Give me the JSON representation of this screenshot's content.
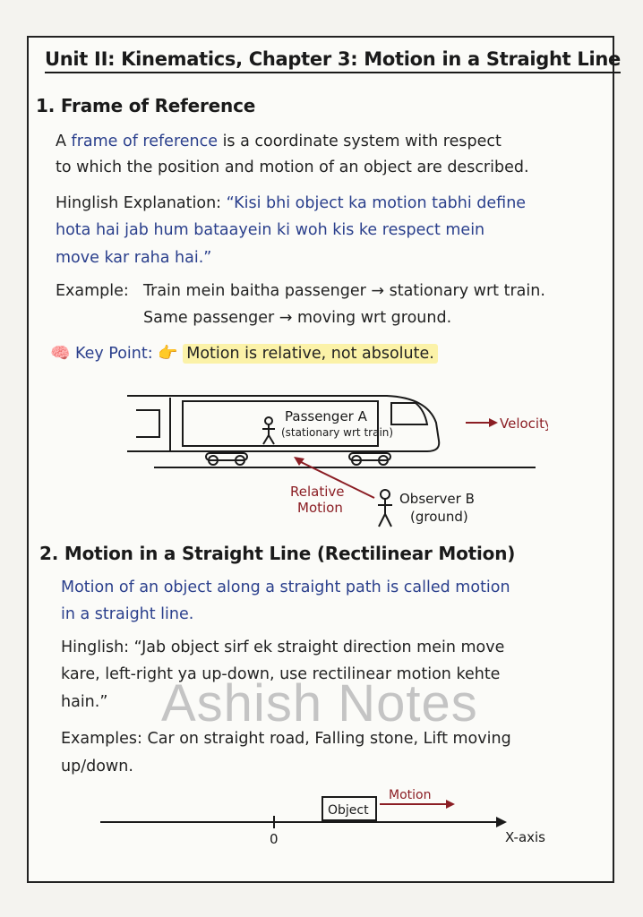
{
  "title": "Unit II: Kinematics, Chapter 3: Motion in a Straight Line",
  "section1": {
    "heading": "1. Frame of Reference",
    "def_prefix": "A ",
    "def_term": "frame of reference",
    "def_rest1": " is a coordinate system with respect",
    "def_line2": "to which the position and motion of an object are described.",
    "hinglish_label": "Hinglish Explanation: ",
    "hinglish_l1": "“Kisi bhi object ka motion tabhi define",
    "hinglish_l2": "hota hai jab hum bataayein ki woh kis ke respect mein",
    "hinglish_l3": "move kar raha hai.”",
    "example_label": "Example:",
    "example_l1": "Train mein baitha passenger → stationary wrt train.",
    "example_l2": "Same passenger → moving wrt ground.",
    "keypoint_label": "Key Point:",
    "keypoint_text": "Motion is relative, not absolute.",
    "diagram": {
      "passenger_a": "Passenger A",
      "passenger_a_note": "(stationary wrt train)",
      "velocity": "Velocity V",
      "relative_l1": "Relative",
      "relative_l2": "Motion",
      "observer_l1": "Observer B",
      "observer_l2": "(ground)"
    }
  },
  "section2": {
    "heading": "2. Motion in a Straight Line (Rectilinear Motion)",
    "def_l1": "Motion of an object along a straight path is called motion",
    "def_l2": "in a straight line.",
    "hinglish_l1": "Hinglish: “Jab object sirf ek straight direction mein move",
    "hinglish_l2": "kare, left-right ya up-down, use rectilinear motion kehte",
    "hinglish_l3": "hain.”",
    "examples_l1": "Examples: Car on straight road, Falling stone, Lift moving",
    "examples_l2": "up/down.",
    "diagram": {
      "object": "Object",
      "motion": "Motion",
      "origin": "0",
      "axis": "X-axis"
    }
  },
  "watermark": "Ashish Notes",
  "colors": {
    "ink_blue": "#2a3f8c",
    "ink_red": "#8b1e24",
    "highlight": "#fbf2a8"
  },
  "icons": {
    "brain": "brain-icon",
    "pointing_hand": "pointing-hand-icon"
  }
}
